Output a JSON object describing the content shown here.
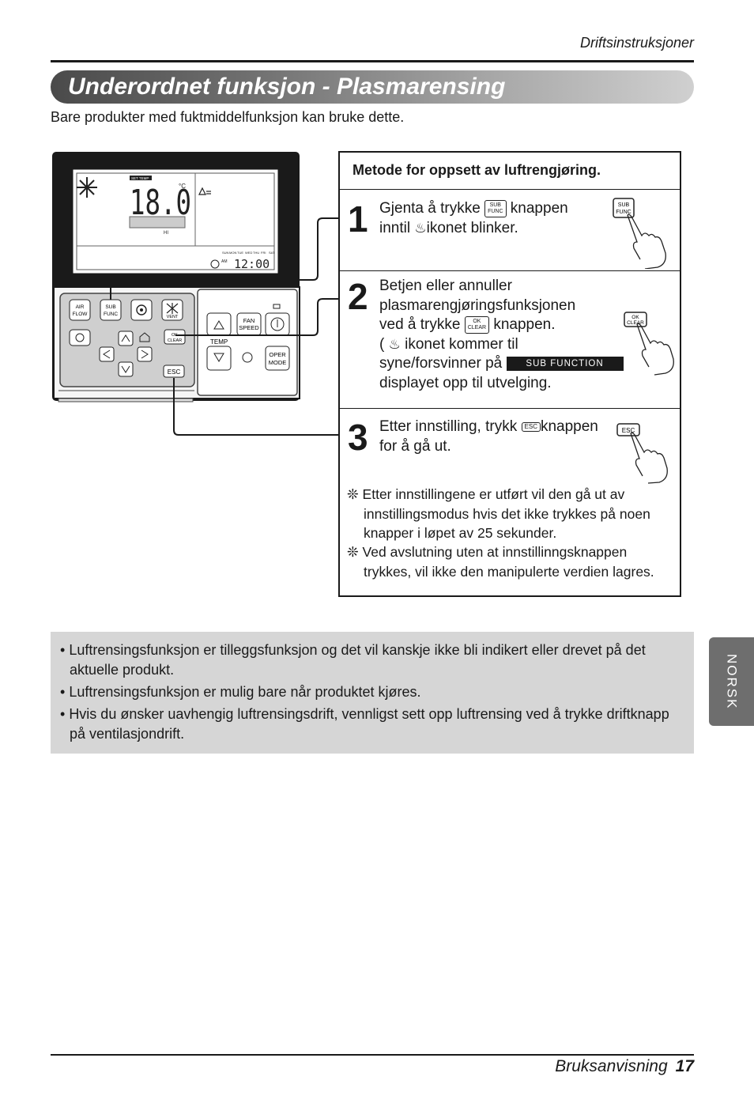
{
  "header": {
    "section_label": "Driftsinstruksjoner"
  },
  "title": "Underordnet funksjon - Plasmarensing",
  "intro": "Bare produkter med fuktmiddelfunksjon kan bruke dette.",
  "remote": {
    "lcd": {
      "set_temp_label": "SET TEMP",
      "temperature": "18.0",
      "unit": "°C",
      "fan_label": "HI",
      "days": [
        "SUN",
        "MON",
        "TUE",
        "WED",
        "THU",
        "FRI",
        "SAT"
      ],
      "am_label": "AM",
      "time": "12:00"
    },
    "buttons": {
      "air_flow": [
        "AIR",
        "FLOW"
      ],
      "sub_func": [
        "SUB",
        "FUNC"
      ],
      "vent": "VENT",
      "ok_clear": [
        "OK",
        "CLEAR"
      ],
      "esc": "ESC",
      "fan_speed": [
        "FAN",
        "SPEED"
      ],
      "temp": "TEMP",
      "oper_mode": [
        "OPER",
        "MODE"
      ]
    }
  },
  "steps_panel": {
    "header": "Metode for oppsett av luftrengjøring.",
    "steps": [
      {
        "number": "1",
        "line1_a": "Gjenta å trykke",
        "line1_b": "knappen",
        "line2_a": "inntil",
        "line2_b": "ikonet blinker.",
        "key": [
          "SUB",
          "FUNC"
        ]
      },
      {
        "number": "2",
        "line1": "Betjen eller annuller",
        "line2": "plasmarengjøringsfunksjonen",
        "line3_a": "ved å trykke",
        "line3_b": "knappen.",
        "line4_a": "(",
        "line4_b": "ikonet kommer til",
        "line5_a": "syne/forsvinner på",
        "line6": "displayet opp til utvelging.",
        "display_bar": "SUB  FUNCTION",
        "key": [
          "OK",
          "CLEAR"
        ]
      },
      {
        "number": "3",
        "line1_a": "Etter innstilling, trykk",
        "line1_b": "knappen",
        "line2": "for å gå ut.",
        "key": "ESC"
      }
    ],
    "notes": [
      {
        "mark": "❊",
        "lines": [
          "Etter innstillingene er utført vil den gå ut av",
          "innstillingsmodus hvis det ikke trykkes på noen",
          "knapper i løpet av 25 sekunder."
        ]
      },
      {
        "mark": "❊",
        "lines": [
          "Ved avslutning uten at innstillinngsknappen",
          "trykkes, vil ikke den manipulerte verdien lagres."
        ]
      }
    ]
  },
  "info_box": {
    "bullets": [
      [
        "Luftrensingsfunksjon er tilleggsfunksjon og det vil kanskje ikke bli indikert eller drevet på det",
        "aktuelle produkt."
      ],
      [
        "Luftrensingsfunksjon er mulig bare når produktet kjøres."
      ],
      [
        "Hvis du ønsker uavhengig luftrensingsdrift, vennligst sett opp luftrensing ved å trykke driftknapp",
        "på ventilasjondrift."
      ]
    ]
  },
  "side_tab": "NORSK",
  "footer": {
    "label": "Bruksanvisning",
    "page": "17"
  }
}
